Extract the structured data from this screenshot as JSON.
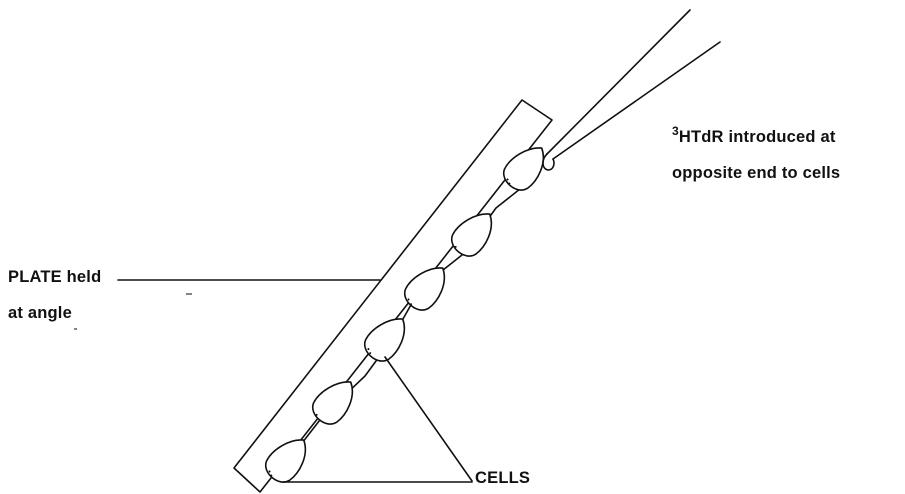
{
  "labels": {
    "htdr_superscript": "3",
    "htdr_line1": "HTdR introduced at",
    "htdr_line2": "opposite end to cells",
    "plate_line1": "PLATE held",
    "plate_line2": "at angle",
    "cells": "CELLS"
  },
  "diagram": {
    "cell_count": 6,
    "stroke_color": "#111111",
    "background_color": "#ffffff"
  }
}
